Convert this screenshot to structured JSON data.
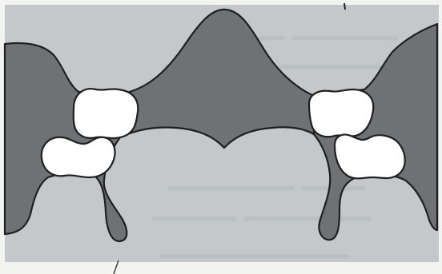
{
  "figure": {
    "background_color": "#c4c8ca",
    "tissue_color": "#6f7275",
    "tooth_color": "#ffffff",
    "outline_color": "#1f1f1f",
    "page_color": "#f3f3f1",
    "teeth": [
      {
        "side": "left",
        "position": "upper"
      },
      {
        "side": "left",
        "position": "lower"
      },
      {
        "side": "right",
        "position": "upper"
      },
      {
        "side": "right",
        "position": "lower"
      }
    ]
  }
}
